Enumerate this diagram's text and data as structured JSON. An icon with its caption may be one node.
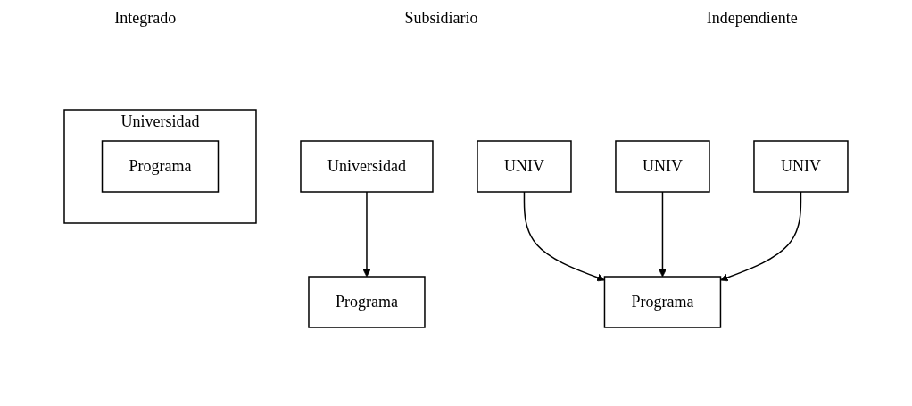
{
  "diagram": {
    "nodes": [
      {
        "text": [
          "Universidad"
        ]
      },
      {
        "text": [
          "Programa"
        ],
        "in": 0
      },
      {
        "text": [
          "Universidad"
        ]
      },
      {
        "text": [
          "Programa"
        ]
      },
      {
        "text": [
          "UNIV"
        ]
      },
      {
        "text": [
          "UNIV"
        ]
      },
      {
        "text": [
          "UNIV"
        ]
      },
      {
        "text": [
          "Programa"
        ]
      }
    ],
    "edges": [
      {
        "from": 2,
        "to": 3,
        "arrow": "to"
      },
      {
        "from": 4,
        "to": 7,
        "arrow": "to"
      },
      {
        "from": 5,
        "to": 7,
        "arrow": "to"
      },
      {
        "from": 6,
        "to": 7,
        "arrow": "to"
      }
    ],
    "labels": [
      "Integrado",
      "Subsidiario",
      "Independiente"
    ]
  }
}
